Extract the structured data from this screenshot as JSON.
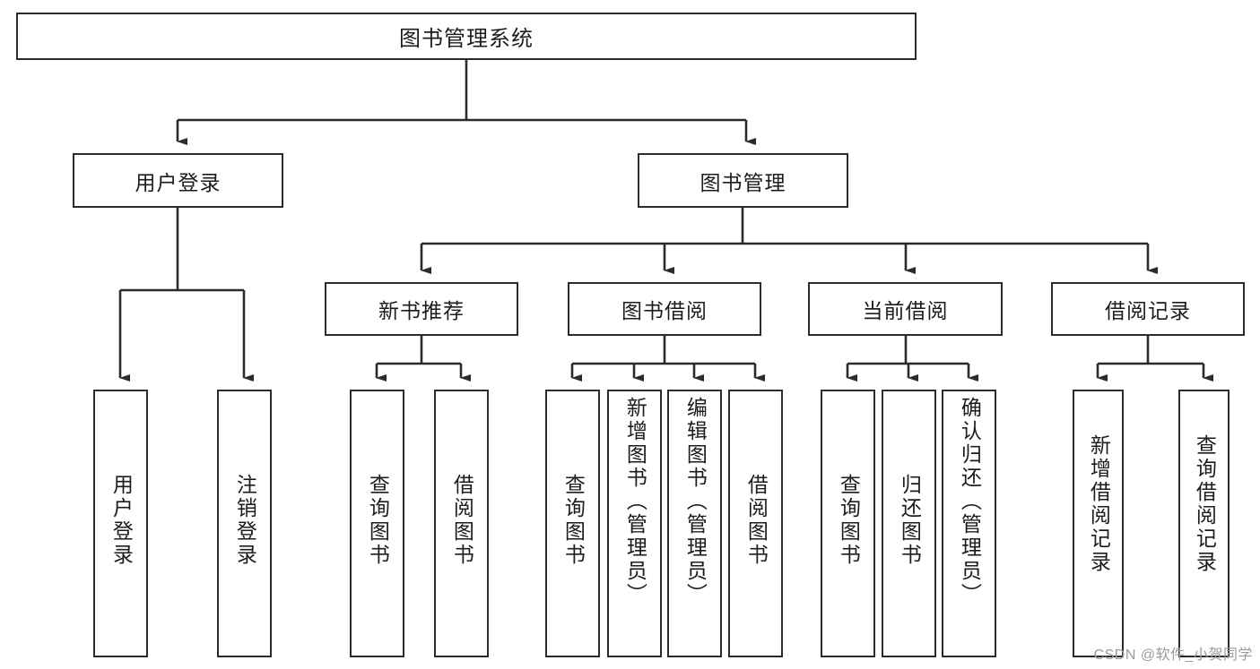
{
  "diagram": {
    "title": "图书管理系统",
    "type": "hierarchy-tree",
    "root": {
      "label": "图书管理系统"
    },
    "level2": [
      {
        "label": "用户登录"
      },
      {
        "label": "图书管理"
      }
    ],
    "level3": [
      {
        "label": "新书推荐"
      },
      {
        "label": "图书借阅"
      },
      {
        "label": "当前借阅"
      },
      {
        "label": "借阅记录"
      }
    ],
    "leaves": {
      "user_login": [
        {
          "label": "用户登录"
        },
        {
          "label": "注销登录"
        }
      ],
      "new_book_recommend": [
        {
          "label": "查询图书"
        },
        {
          "label": "借阅图书"
        }
      ],
      "book_borrow": [
        {
          "label": "查询图书"
        },
        {
          "label": "新增图书（管理员）"
        },
        {
          "label": "编辑图书（管理员）"
        },
        {
          "label": "借阅图书"
        }
      ],
      "current_borrow": [
        {
          "label": "查询图书"
        },
        {
          "label": "归还图书"
        },
        {
          "label": "确认归还（管理员）"
        }
      ],
      "borrow_record": [
        {
          "label": "新增借阅记录"
        },
        {
          "label": "查询借阅记录"
        }
      ]
    }
  },
  "watermark": {
    "text": "CSDN @软件_小贺同学"
  },
  "colors": {
    "border": "#2b2b2b",
    "text": "#1c1c1c",
    "background": "#ffffff",
    "watermark": "#9a9a9a"
  }
}
